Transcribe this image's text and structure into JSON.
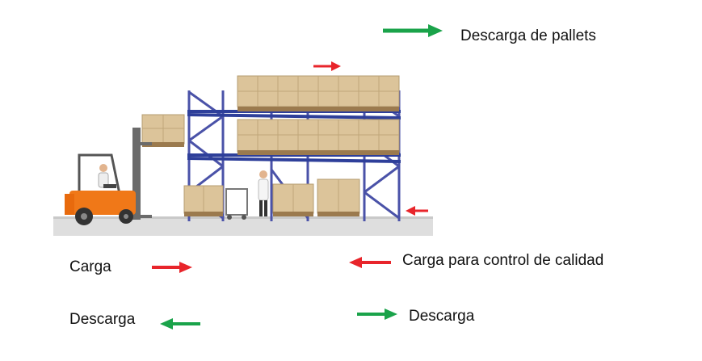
{
  "colors": {
    "load_arrow": "#e8252b",
    "unload_arrow": "#1aa34a",
    "rack_frame": "#4a52a8",
    "beam": "#2e3f9a",
    "box": "#dcc49a",
    "pallet": "#9b7a4e",
    "forklift": "#f07818",
    "floor": "#dedede"
  },
  "legend": {
    "pallet_unload": "Descarga de pallets",
    "load": "Carga",
    "quality_control_load": "Carga para control de calidad",
    "unload_left": "Descarga",
    "unload_right": "Descarga"
  },
  "scene": {
    "icons": [
      "forklift-icon",
      "operator-icon",
      "worker-icon",
      "pallet-rack-icon",
      "pallet-box-icon",
      "pallet-cart-icon"
    ]
  }
}
